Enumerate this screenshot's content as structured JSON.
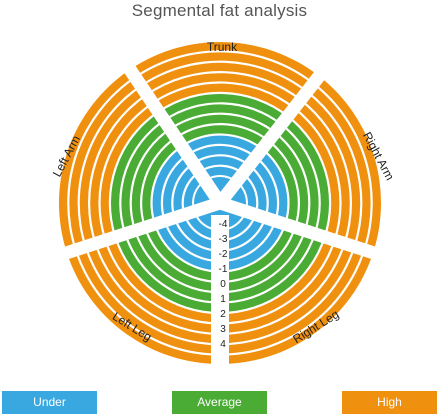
{
  "title": "Segmental fat analysis",
  "segments": [
    {
      "name": "Trunk"
    },
    {
      "name": "Right Arm"
    },
    {
      "name": "Right Leg"
    },
    {
      "name": "Left Leg"
    },
    {
      "name": "Left Arm"
    }
  ],
  "scale_labels": [
    "-4",
    "-3",
    "-2",
    "-1",
    "0",
    "1",
    "2",
    "3",
    "4"
  ],
  "levels": [
    {
      "range": "inner",
      "label": "Under",
      "color": "#3aa8e0"
    },
    {
      "range": "middle",
      "label": "Average",
      "color": "#4aab35"
    },
    {
      "range": "outer",
      "label": "High",
      "color": "#f0900f"
    }
  ],
  "legend": {
    "under": {
      "label": "Under",
      "color": "#3aa8e0"
    },
    "average": {
      "label": "Average",
      "color": "#4aab35"
    },
    "high": {
      "label": "High",
      "color": "#f0900f"
    }
  }
}
